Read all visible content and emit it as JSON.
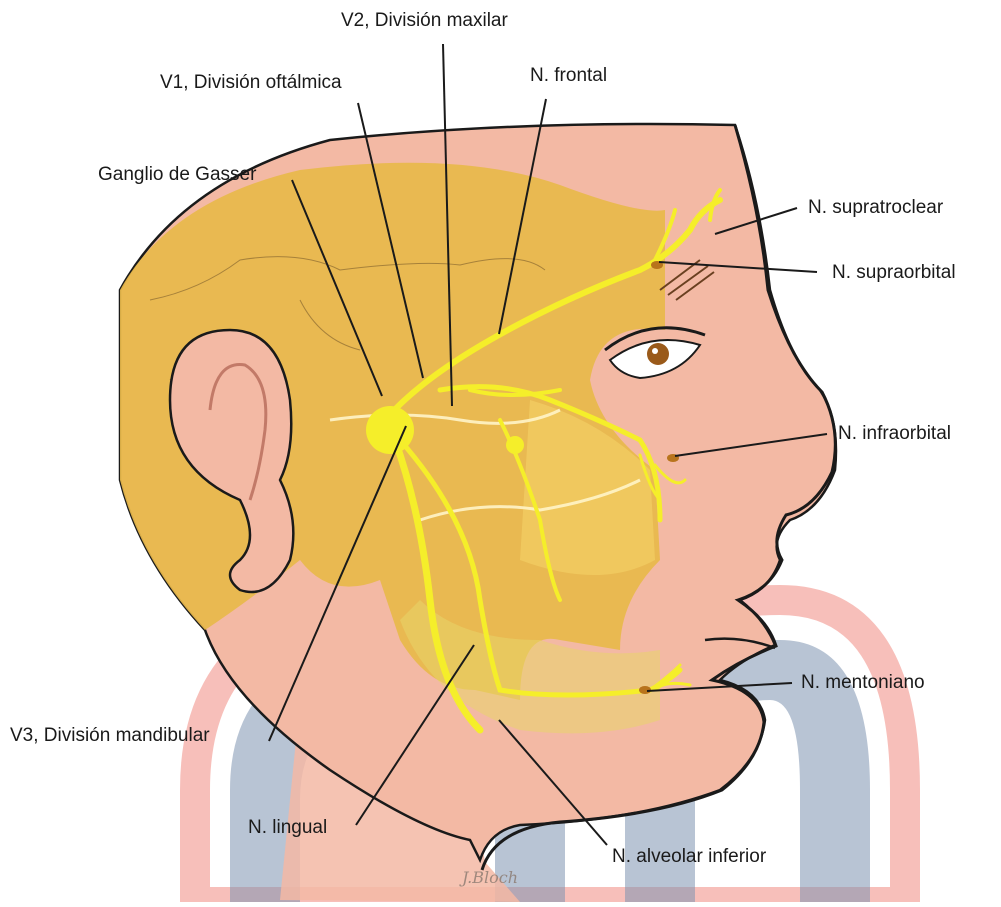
{
  "labels": {
    "v2": "V2, División maxilar",
    "v1": "V1, División oftálmica",
    "frontal": "N. frontal",
    "gasser": "Ganglio de Gasser",
    "supratroclear": "N. supratroclear",
    "supraorbital": "N. supraorbital",
    "infraorbital": "N. infraorbital",
    "mentoniano": "N. mentoniano",
    "v3": "V3, División mandibular",
    "lingual": "N. lingual",
    "alveolar": "N. alveolar inferior"
  },
  "signature": "J.Bloch",
  "colors": {
    "skin": "#f3b9a4",
    "skin_shadow": "#e39e8a",
    "bone": "#e8b84a",
    "bone_light": "#f2cd63",
    "nerve": "#f5ee2a",
    "watermark_red": "#f08a82",
    "watermark_blue": "#7d93b0"
  }
}
